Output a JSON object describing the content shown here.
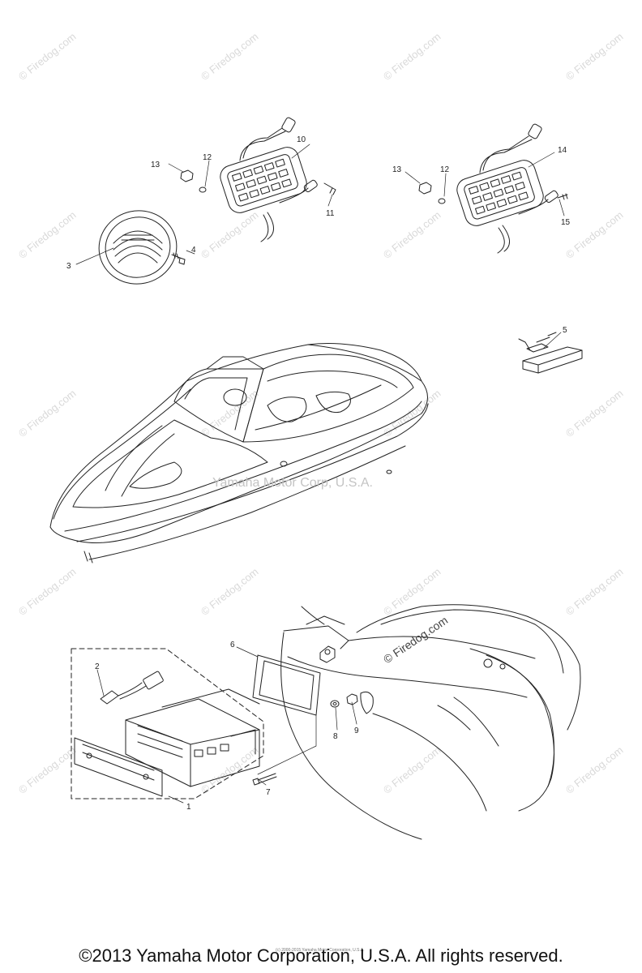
{
  "watermark": "© Firedog.com",
  "center_watermark": "Yamaha Motor Corp, U.S.A.",
  "footer_small": "(c) 2000-2015 Yamaha Motor Corporation, U.S.A.",
  "footer": "©2013 Yamaha Motor Corporation, U.S.A. All rights reserved.",
  "callouts": {
    "c1": "1",
    "c2": "2",
    "c3": "3",
    "c4": "4",
    "c5": "5",
    "c6": "6",
    "c7": "7",
    "c8": "8",
    "c9": "9",
    "c10": "10",
    "c11": "11",
    "c12a": "12",
    "c12b": "12",
    "c13a": "13",
    "c13b": "13",
    "c14": "14",
    "c15": "15"
  }
}
